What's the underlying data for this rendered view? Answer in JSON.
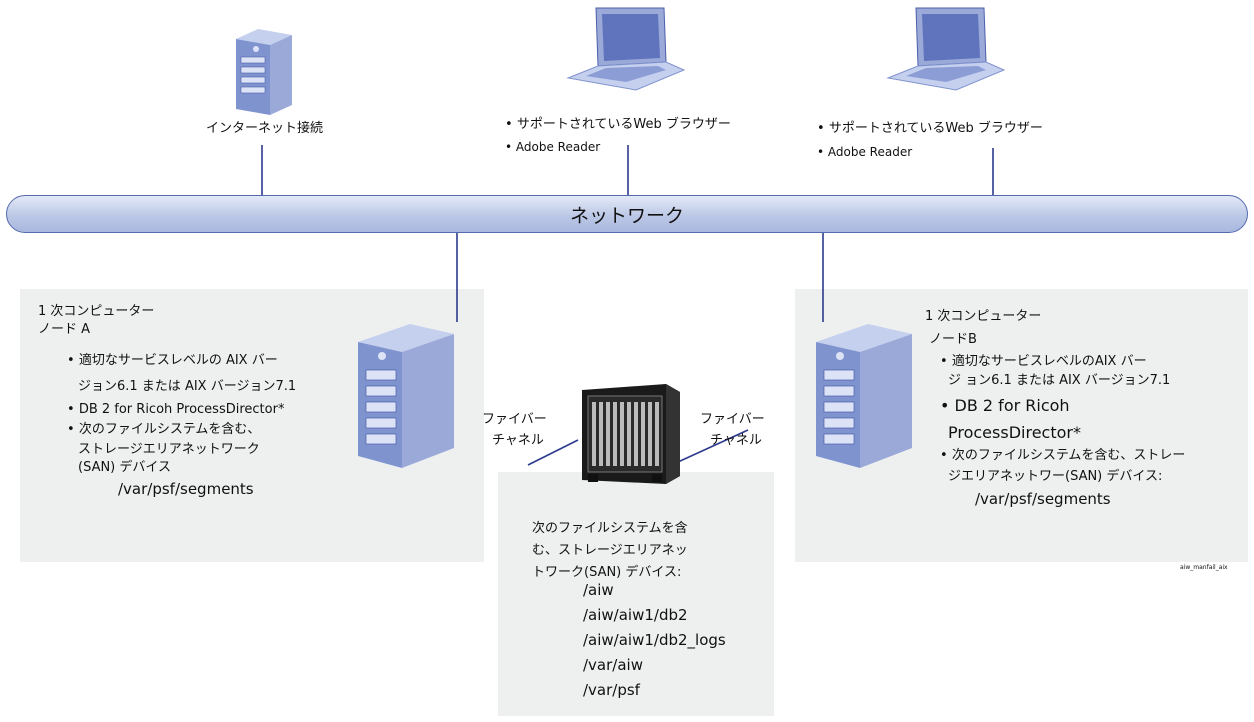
{
  "network": {
    "label": "ネットワーク"
  },
  "internet": {
    "label": "インターネット接続"
  },
  "client_left": {
    "items": [
      "サポートされているWeb ブラウザー",
      "Adobe Reader"
    ]
  },
  "client_right": {
    "items": [
      "サポートされているWeb ブラウザー",
      "Adobe Reader"
    ]
  },
  "node_a": {
    "title": "1 次コンピューター",
    "subtitle": "ノード A",
    "items": [
      "適切なサービスレベルの AIX バー",
      "ジョン6.1 または AIX バージョン7.1",
      "DB 2 for Ricoh ProcessDirector*",
      "次のファイルシステムを含む、",
      "ストレージエリアネットワーク",
      "(SAN) デバイス",
      "/var/psf/segments"
    ]
  },
  "node_b": {
    "title": "1 次コンピューター",
    "subtitle": "ノードB",
    "items": [
      "適切なサービスレベルのAIX バー",
      "ジ ョン6.1 または AIX バージョン7.1",
      "DB 2 for Ricoh",
      "ProcessDirector*",
      "次のファイルシステムを含む、ストレー",
      "ジエリアネットワー(SAN) デバイス:",
      "/var/psf/segments"
    ]
  },
  "fiber_left": {
    "line1": "ファイバー",
    "line2": "チャネル"
  },
  "fiber_right": {
    "line1": "ファイバー",
    "line2": "チャネル"
  },
  "san": {
    "lines": [
      "次のファイルシステムを含",
      "む、ストレージエリアネッ",
      "トワーク(SAN) デバイス:"
    ],
    "paths": [
      "/aiw",
      "/aiw/aiw1/db2",
      "/aiw/aiw1/db2_logs",
      "/var/aiw",
      "/var/psf"
    ]
  },
  "figure_id": "aiw_manfail_aix",
  "colors": {
    "line": "#2b3a8c",
    "server": "#7f93cf",
    "network": "#bcc8e6",
    "panel": "#eef0f0"
  }
}
